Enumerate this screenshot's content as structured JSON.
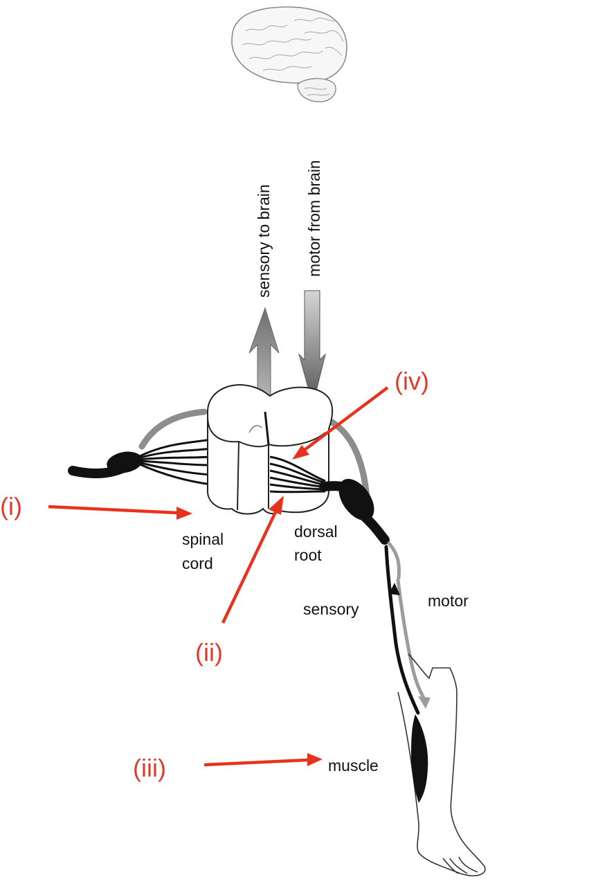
{
  "labels": {
    "sensory_to_brain": "sensory to brain",
    "motor_from_brain": "motor from brain",
    "spinal": "spinal",
    "cord": "cord",
    "dorsal": "dorsal",
    "root": "root",
    "sensory": "sensory",
    "motor": "motor",
    "muscle": "muscle"
  },
  "callouts": {
    "i": "(i)",
    "ii": "(ii)",
    "iii": "(iii)",
    "iv": "(iv)"
  },
  "colors": {
    "callout": "#e8321e",
    "nerve": "#111111",
    "motor_path": "#9a9a9a"
  }
}
